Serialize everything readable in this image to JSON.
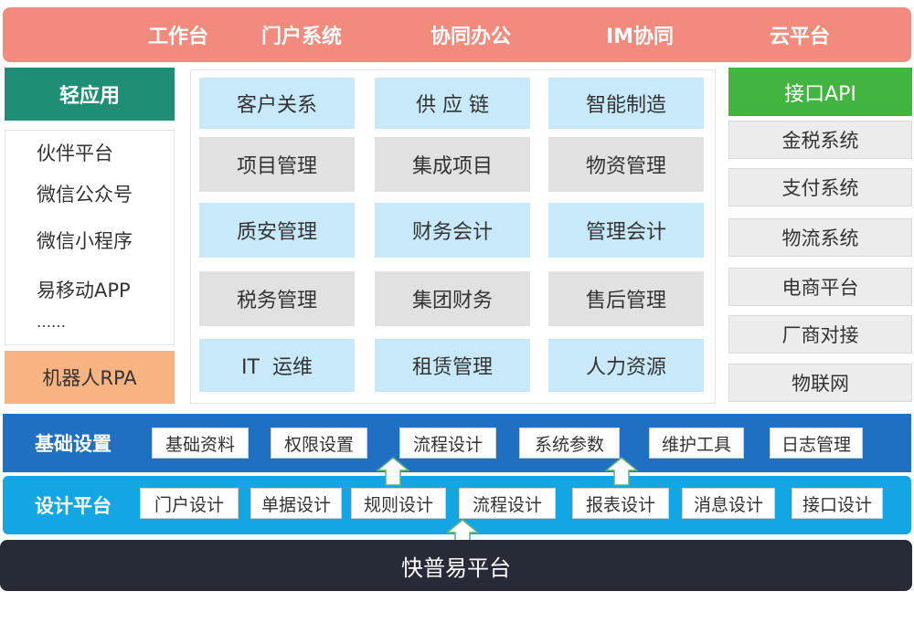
{
  "header": {
    "items": [
      "工作台",
      "门户系统",
      "协同办公",
      "IM协同",
      "云平台"
    ]
  },
  "light_apps": {
    "title": "轻应用",
    "items": [
      "伙伴平台",
      "微信公众号",
      "微信小程序",
      "易移动APP",
      "……"
    ],
    "rpa": "机器人RPA"
  },
  "modules": {
    "rows": [
      [
        "客户关系",
        "供 应 链",
        "智能制造"
      ],
      [
        "项目管理",
        "集成项目",
        "物资管理"
      ],
      [
        "质安管理",
        "财务会计",
        "管理会计"
      ],
      [
        "税务管理",
        "集团财务",
        "售后管理"
      ],
      [
        "IT  运维",
        "租赁管理",
        "人力资源"
      ]
    ]
  },
  "api": {
    "title": "接口API",
    "items": [
      "金税系统",
      "支付系统",
      "物流系统",
      "电商平台",
      "厂商对接",
      "物联网"
    ]
  },
  "basic_settings": {
    "label": "基础设置",
    "items": [
      "基础资料",
      "权限设置",
      "流程设计",
      "系统参数",
      "维护工具",
      "日志管理"
    ]
  },
  "design_platform": {
    "label": "设计平台",
    "items": [
      "门户设计",
      "单据设计",
      "规则设计",
      "流程设计",
      "报表设计",
      "消息设计",
      "接口设计"
    ]
  },
  "platform": {
    "label": "快普易平台"
  },
  "colors": {
    "top": "#f28b7d",
    "light_app_title": "#1e8f74",
    "rpa": "#f8b382",
    "module_blue": "#c8e9fa",
    "module_grey": "#e1e1e1",
    "api_title": "#42b440",
    "basic_settings": "#1f6fc2",
    "design_platform": "#13a6e4",
    "platform": "#262b37"
  }
}
